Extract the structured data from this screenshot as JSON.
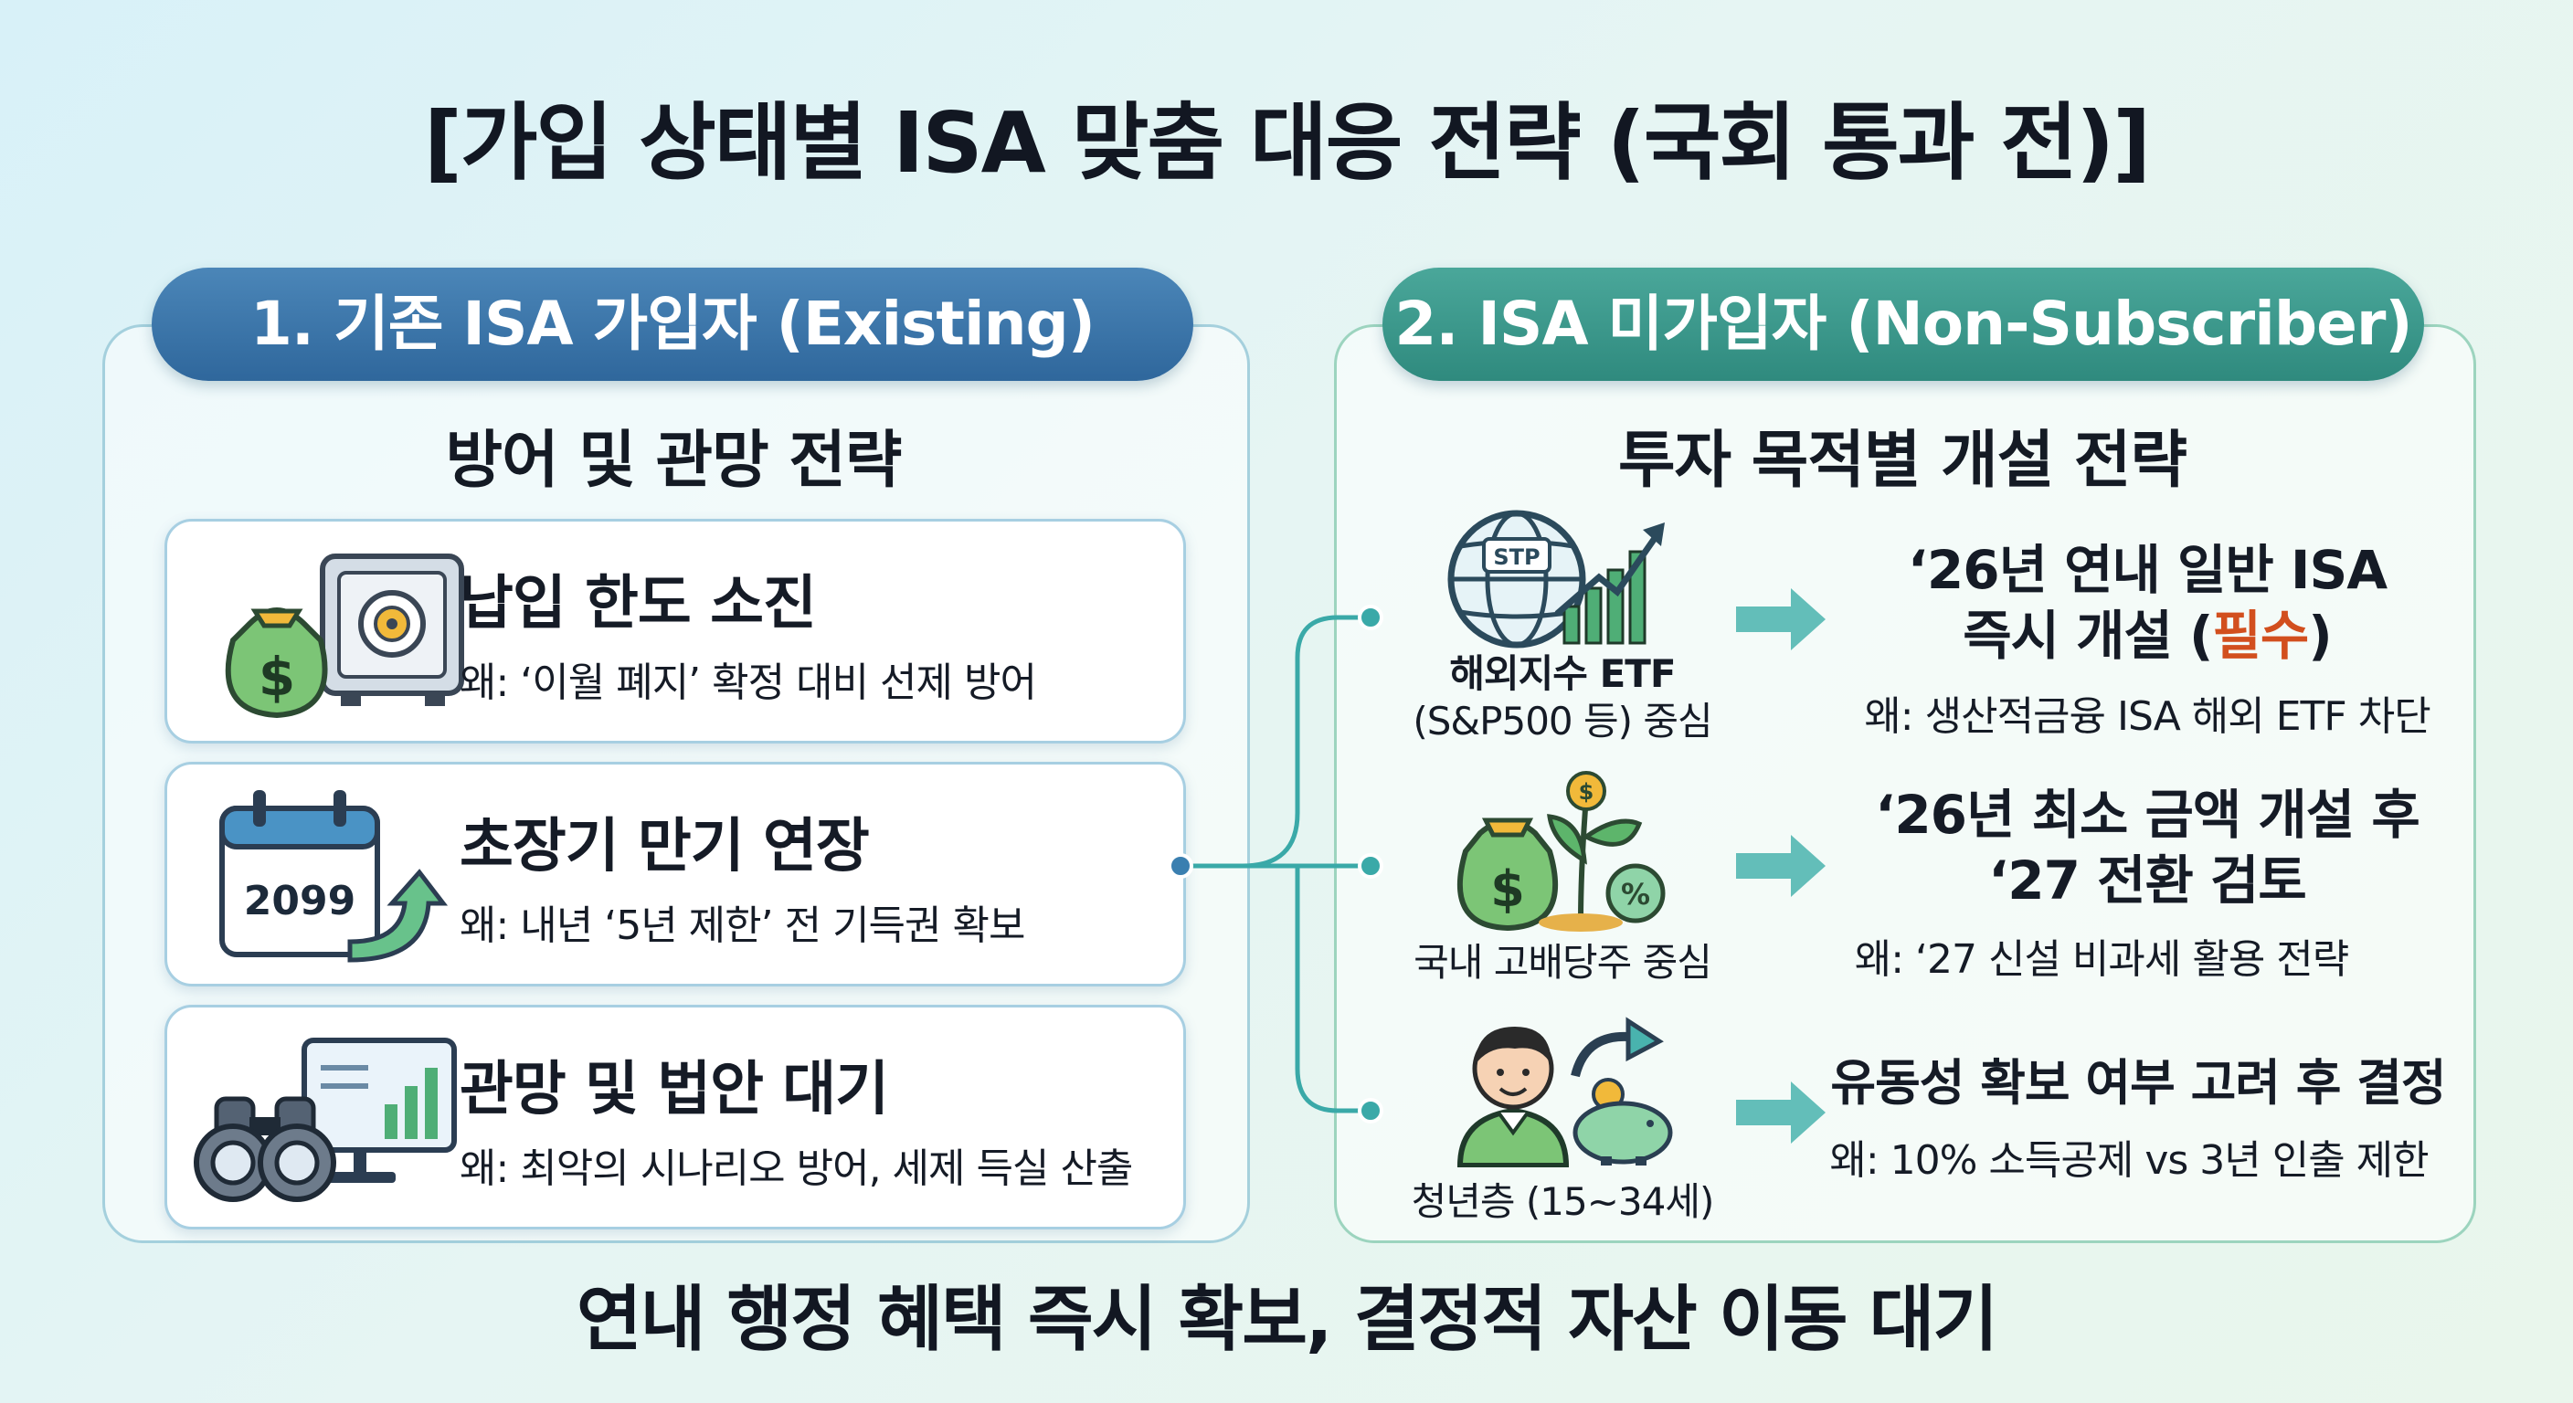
{
  "title": "[가입 상태별 ISA 맞춤 대응 전략 (국회 통과 전)]",
  "left": {
    "pill": "1. 기존 ISA 가입자 (Existing)",
    "heading": "방어 및 관망 전략",
    "cards": [
      {
        "title": "납입 한도 소진",
        "sub": "왜: ‘이월 폐지’ 확정 대비 선제 방어",
        "icon": "money-bag-safe-icon"
      },
      {
        "title": "초장기 만기 연장",
        "sub": "왜: 내년 ‘5년 제한’ 전 기득권 확보",
        "icon": "calendar-2099-icon",
        "calendar_text": "2099"
      },
      {
        "title": "관망 및 법안 대기",
        "sub": "왜: 최악의 시나리오 방어, 세제 득실 산출",
        "icon": "binoculars-monitor-icon"
      }
    ]
  },
  "right": {
    "pill": "2. ISA 미가입자 (Non-Subscriber)",
    "heading": "투자 목적별 개설 전략",
    "rows": [
      {
        "icon": "globe-growth-chart-icon",
        "globe_text": "STP",
        "label_bold": "해외지수 ETF",
        "label_rest": "(S&P500 등) 중심",
        "result_line1": "‘26년 연내 일반 ISA",
        "result_line2_pre": "즉시 개설 (",
        "result_line2_hl": "필수",
        "result_line2_post": ")",
        "reason": "왜: 생산적금융 ISA 해외 ETF 차단"
      },
      {
        "icon": "money-plant-icon",
        "label": "국내 고배당주 중심",
        "result_line1": "‘26년 최소 금액 개설 후",
        "result_line2": "‘27 전환 검토",
        "reason": "왜: ‘27 신설 비과세 활용 전략"
      },
      {
        "icon": "young-person-piggy-bank-icon",
        "label": "청년층 (15~34세)",
        "result_line1": "유동성 확보 여부 고려 후 결정",
        "reason": "왜: 10% 소득공제 vs 3년 인출 제한"
      }
    ]
  },
  "bottom": "연내 행정 혜택 즉시 확보, 결정적 자산 이동 대기",
  "colors": {
    "left_accent": "#2f679c",
    "right_accent": "#2f8a7e",
    "arrow": "#3aa9a8",
    "highlight": "#d24f1e"
  }
}
